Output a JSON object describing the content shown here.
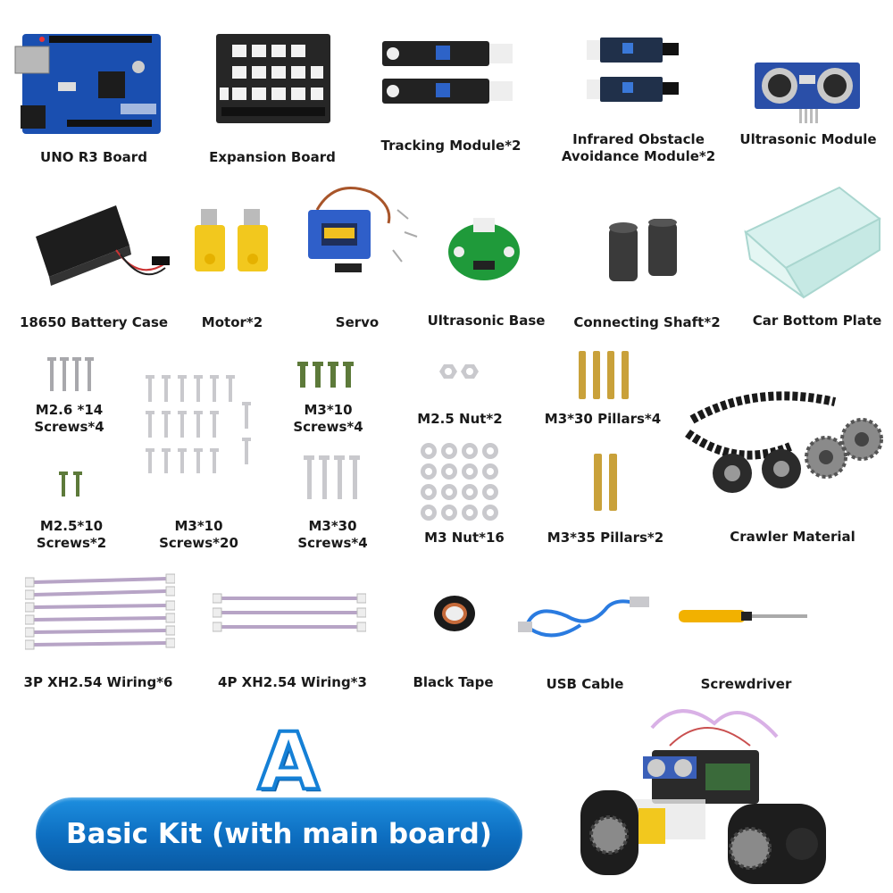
{
  "labels": {
    "uno": "UNO R3 Board",
    "expansion": "Expansion Board",
    "tracking": "Tracking Module*2",
    "infrared": "Infrared Obstacle\nAvoidance Module*2",
    "ultrasonic": "Ultrasonic Module",
    "battery": "18650 Battery Case",
    "motor": "Motor*2",
    "servo": "Servo",
    "ultra_base": "Ultrasonic Base",
    "shaft": "Connecting Shaft*2",
    "plate": "Car Bottom Plate",
    "m26": "M2.6 *14\nScrews*4",
    "m310a": "M3*10\nScrews*4",
    "m25nut": "M2.5 Nut*2",
    "p330": "M3*30 Pillars*4",
    "m2510": "M2.5*10\nScrews*2",
    "m310b": "M3*10\nScrews*20",
    "m330": "M3*30\nScrews*4",
    "m3nut": "M3 Nut*16",
    "p335": "M3*35 Pillars*2",
    "crawler": "Crawler Material",
    "wire3p": "3P XH2.54 Wiring*6",
    "wire4p": "4P XH2.54 Wiring*3",
    "tape": "Black Tape",
    "usb": "USB Cable",
    "screwdriver": "Screwdriver"
  },
  "kit_letter": "A",
  "banner_text": "Basic Kit (with main board)",
  "colors": {
    "banner_blue": "#0d6dbf",
    "board_blue": "#1a4fb0",
    "pcb_black": "#222222",
    "motor_yellow": "#f2c81e",
    "servo_blue": "#2f5fc9",
    "brass": "#c9a13a",
    "steel": "#c8c8cc",
    "green_pcb": "#1f9a3a"
  }
}
